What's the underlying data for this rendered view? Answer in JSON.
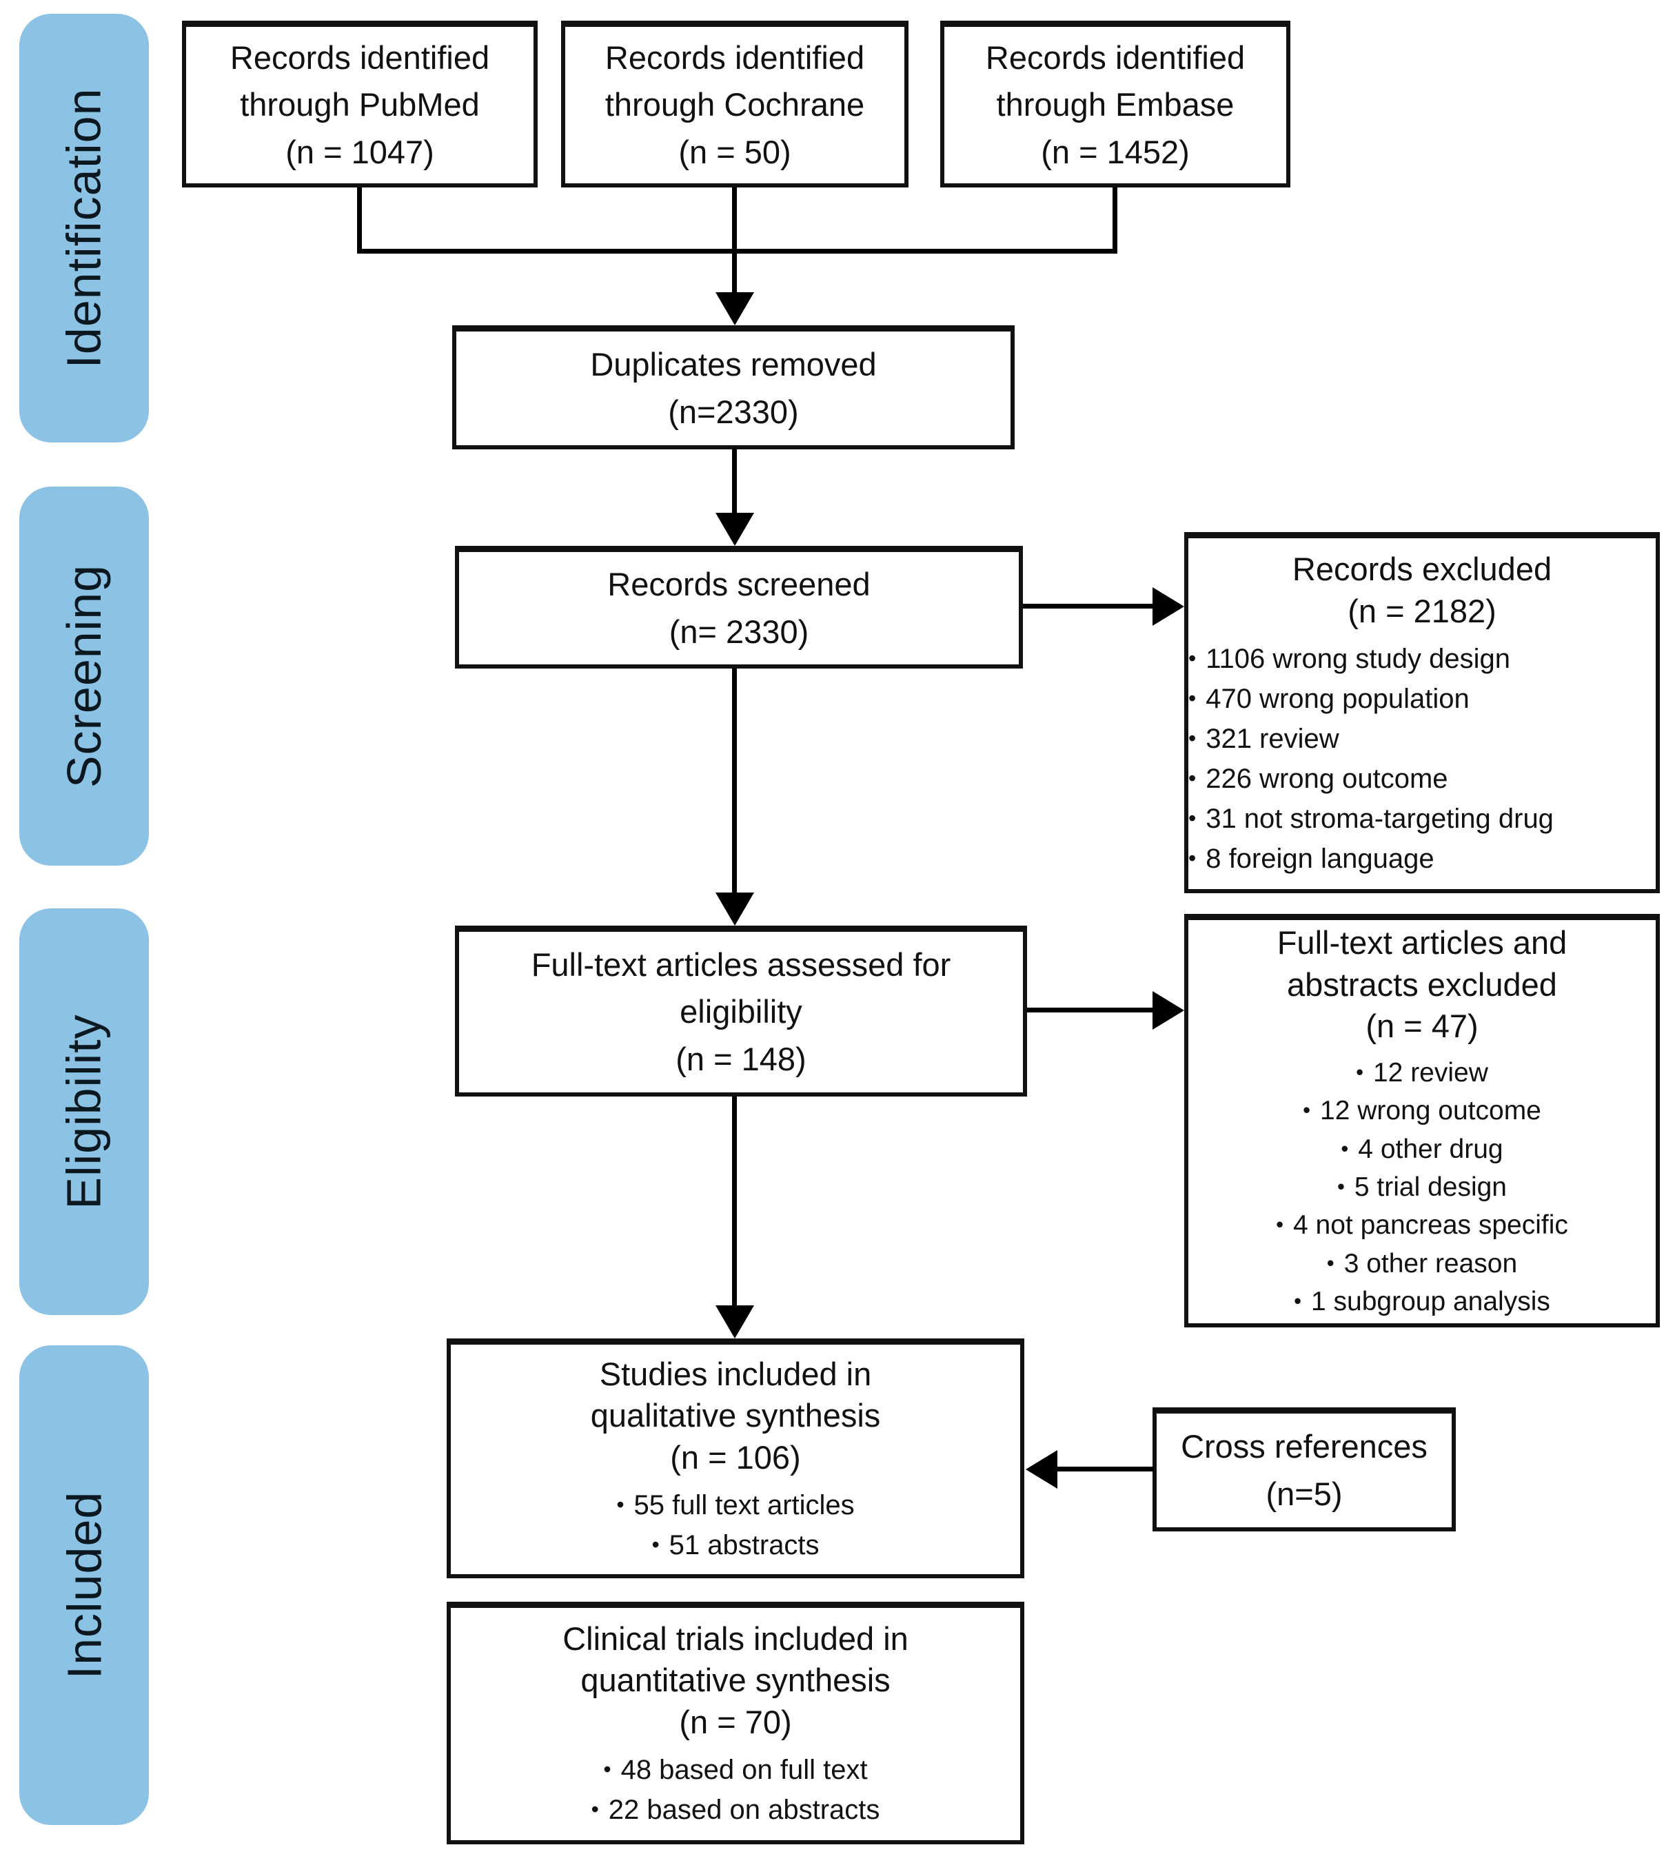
{
  "colors": {
    "stage_fill": "#8cc3e5",
    "box_border": "#111111",
    "arrow": "#000000",
    "box_fill": "#ffffff"
  },
  "bullet_char": "•",
  "stages": [
    {
      "label": "Identification"
    },
    {
      "label": "Screening"
    },
    {
      "label": "Eligibility"
    },
    {
      "label": "Included"
    }
  ],
  "boxes": {
    "pubmed": {
      "text": "Records identified\nthrough PubMed\n(n = 1047)"
    },
    "cochrane": {
      "text": "Records identified\nthrough Cochrane\n(n = 50)"
    },
    "embase": {
      "text": "Records identified\nthrough Embase\n(n = 1452)"
    },
    "duplicates": {
      "text": "Duplicates removed\n(n=2330)"
    },
    "screened": {
      "text": "Records screened\n(n= 2330)"
    },
    "records_excluded": {
      "title": "Records excluded\n(n = 2182)",
      "items": [
        "1106 wrong study design",
        "470 wrong population",
        "321 review",
        "226 wrong outcome",
        "31 not stroma-targeting drug",
        "8 foreign language"
      ]
    },
    "fulltext_assessed": {
      "text": "Full-text articles assessed for\neligibility\n(n = 148)"
    },
    "fulltext_excluded": {
      "title": "Full-text articles and\nabstracts excluded\n(n = 47)",
      "items": [
        "12 review",
        "12 wrong outcome",
        "4 other drug",
        "5 trial design",
        "4 not pancreas specific",
        "3 other reason",
        "1 subgroup analysis"
      ]
    },
    "qualitative": {
      "title": "Studies included in\nqualitative synthesis\n(n = 106)",
      "items": [
        "55 full text articles",
        "51 abstracts"
      ]
    },
    "quantitative": {
      "title": "Clinical trials included in\nquantitative synthesis\n(n = 70)",
      "items": [
        "48 based on full text",
        "22 based on abstracts"
      ]
    },
    "cross_references": {
      "text": "Cross references\n(n=5)"
    }
  }
}
